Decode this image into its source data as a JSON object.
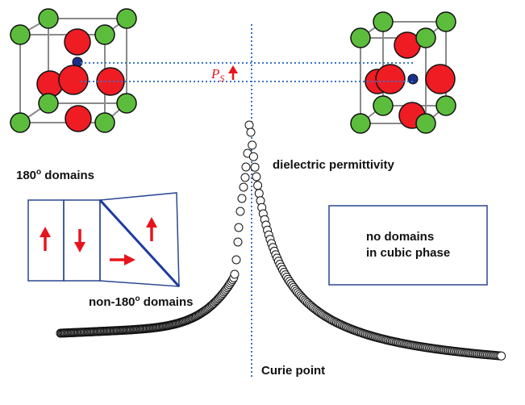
{
  "colors": {
    "oxygen": "#ef1c24",
    "cation_a": "#5cbd3c",
    "cation_b": "#1b2f88",
    "cell_edge": "#8a8a8a",
    "guide": "#3c74c2",
    "box_stroke": "#2a4790",
    "arrow": "#e8141b",
    "domain_wall": "#1f3aa0",
    "curve": "#111111"
  },
  "labels": {
    "ps_symbol": "P",
    "ps_subscript": "S",
    "dielectric": "dielectric permittivity",
    "domains_180_prefix": "180",
    "domains_180_sup": "o",
    "domains_180_suffix": " domains",
    "non180_prefix": "non-180",
    "non180_sup": "o",
    "non180_suffix": " domains",
    "no_domains_line1": "no domains",
    "no_domains_line2": "in cubic phase",
    "curie": "Curie point"
  },
  "icons": {
    "polarization_arrow": "arrow-up-icon",
    "domain_arrows": [
      "arrow-up-icon",
      "arrow-down-icon",
      "arrow-right-icon",
      "arrow-up-icon"
    ]
  }
}
